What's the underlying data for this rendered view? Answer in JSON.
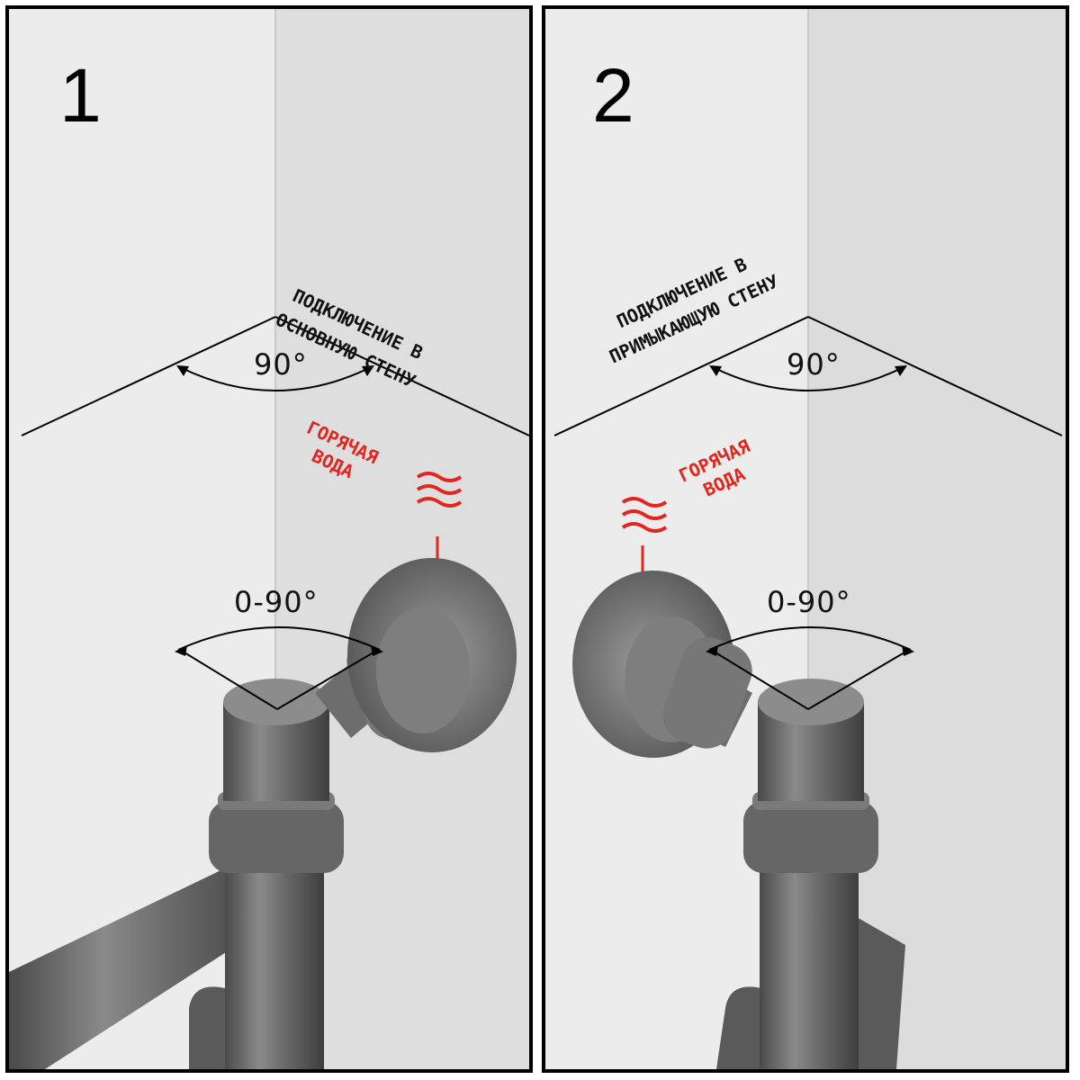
{
  "panels": [
    {
      "number": "1",
      "connection_line1": "ПОДКЛЮЧЕНИЕ В",
      "connection_line2": "ОСНОВНУЮ СТЕНУ",
      "corner_angle": "90°",
      "rotation_angle": "0-90°",
      "hot_water_line1": "ГОРЯЧАЯ",
      "hot_water_line2": "ВОДА"
    },
    {
      "number": "2",
      "connection_line1": "ПОДКЛЮЧЕНИЕ В",
      "connection_line2": "ПРИМЫКАЮЩУЮ СТЕНУ",
      "corner_angle": "90°",
      "rotation_angle": "0-90°",
      "hot_water_line1": "ГОРЯЧАЯ",
      "hot_water_line2": "ВОДА"
    }
  ],
  "colors": {
    "hot_water": "#e0261e",
    "wall_light": "#ececec",
    "wall_shade": "#d9d9d9",
    "metal": "#6e6e6e",
    "border": "#000000"
  }
}
